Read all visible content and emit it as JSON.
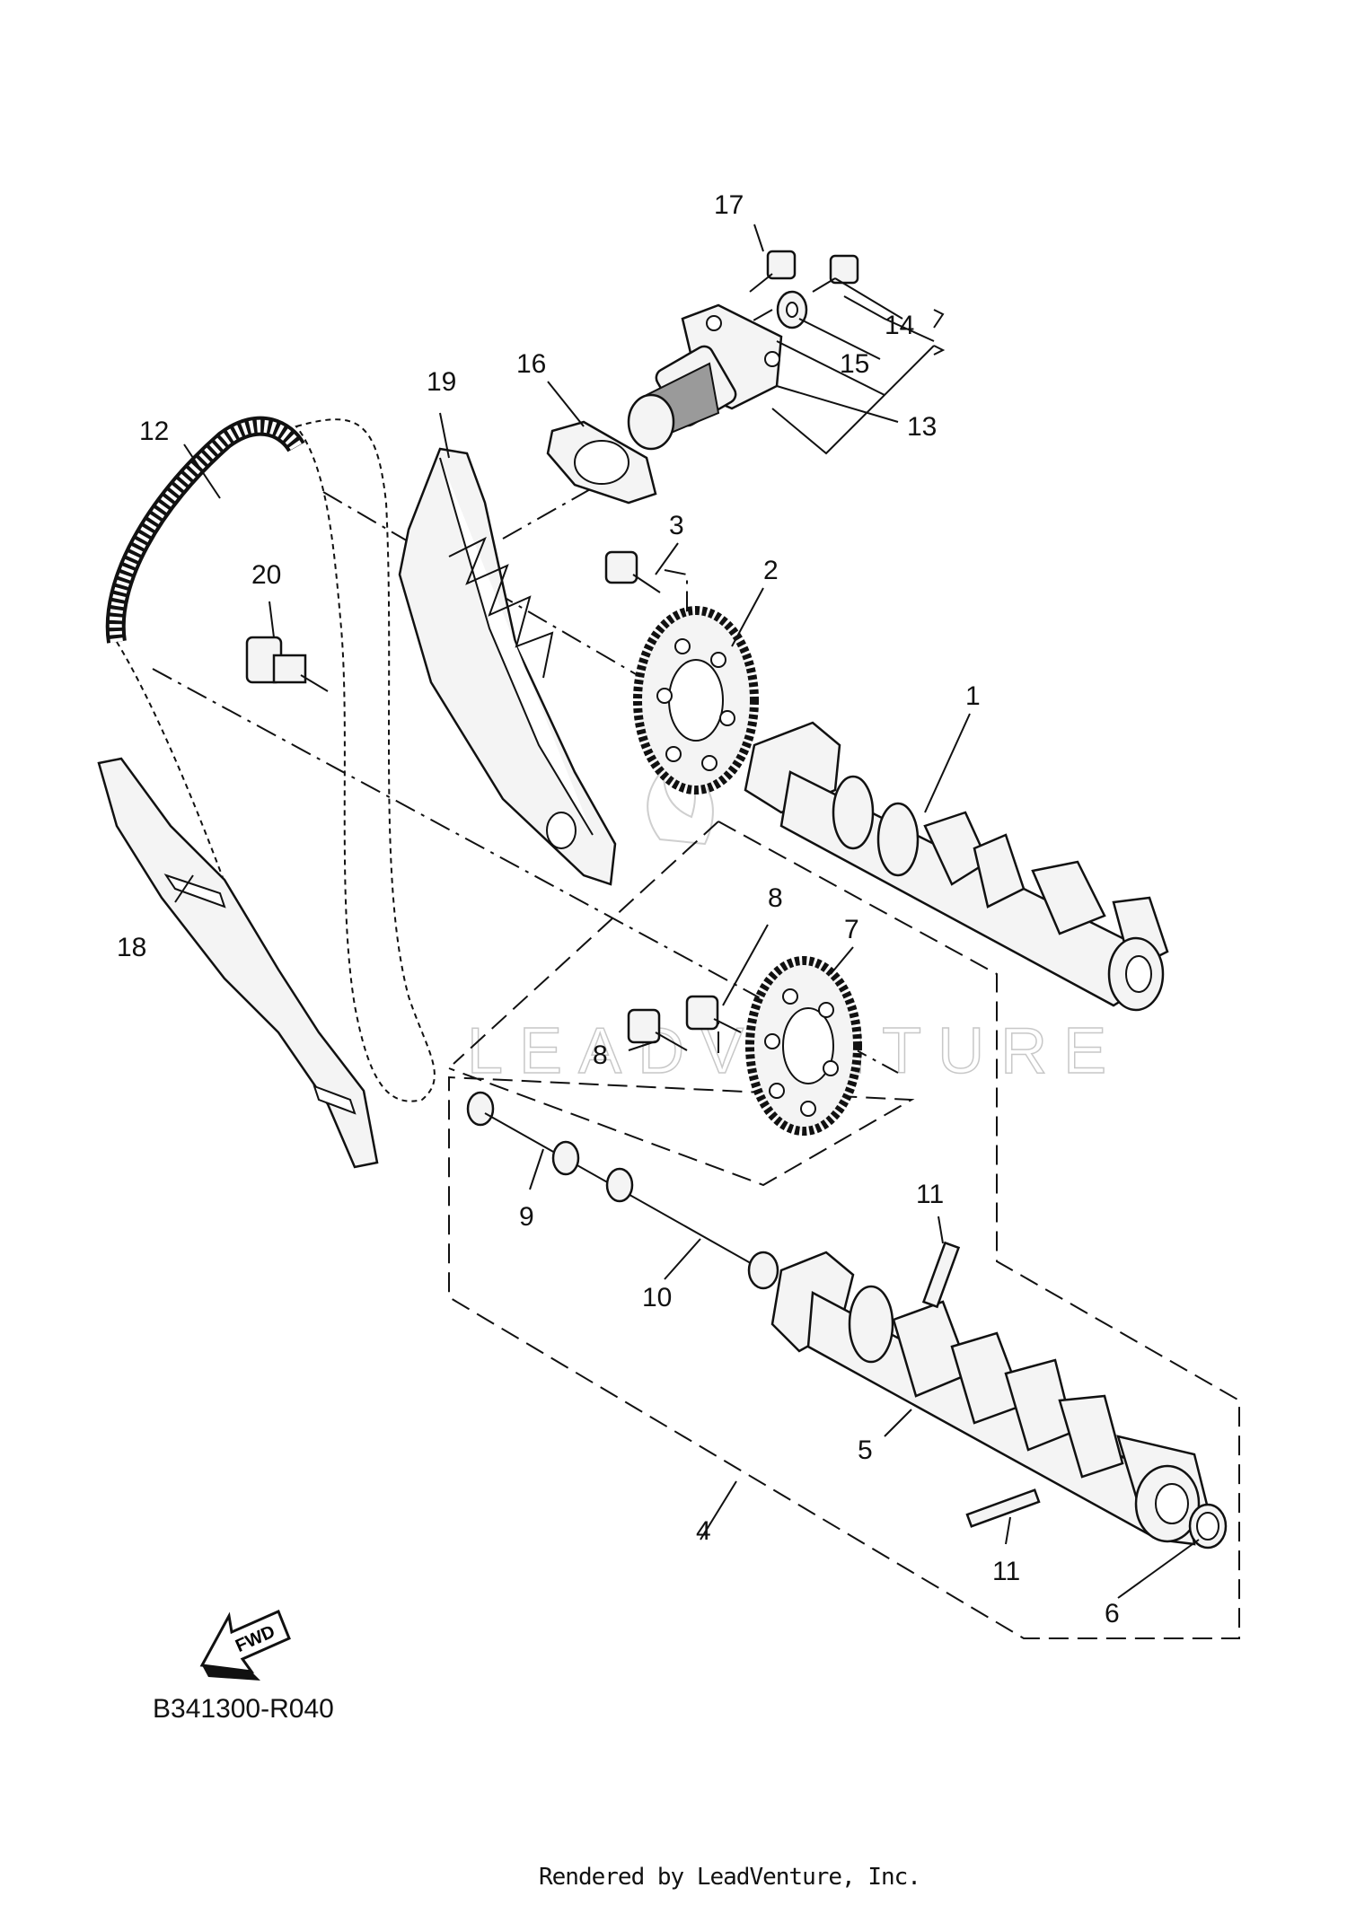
{
  "callouts": {
    "n1": "1",
    "n2": "2",
    "n3": "3",
    "n4": "4",
    "n5": "5",
    "n6": "6",
    "n7": "7",
    "n8a": "8",
    "n8b": "8",
    "n9": "9",
    "n10": "10",
    "n11a": "11",
    "n11b": "11",
    "n12": "12",
    "n13": "13",
    "n14": "14",
    "n15": "15",
    "n16": "16",
    "n17": "17",
    "n18": "18",
    "n19": "19",
    "n20": "20"
  },
  "fwd_label": "FWD",
  "reference_code": "B341300-R040",
  "watermark": "LEADVENTURE",
  "footer": "Rendered by LeadVenture, Inc."
}
